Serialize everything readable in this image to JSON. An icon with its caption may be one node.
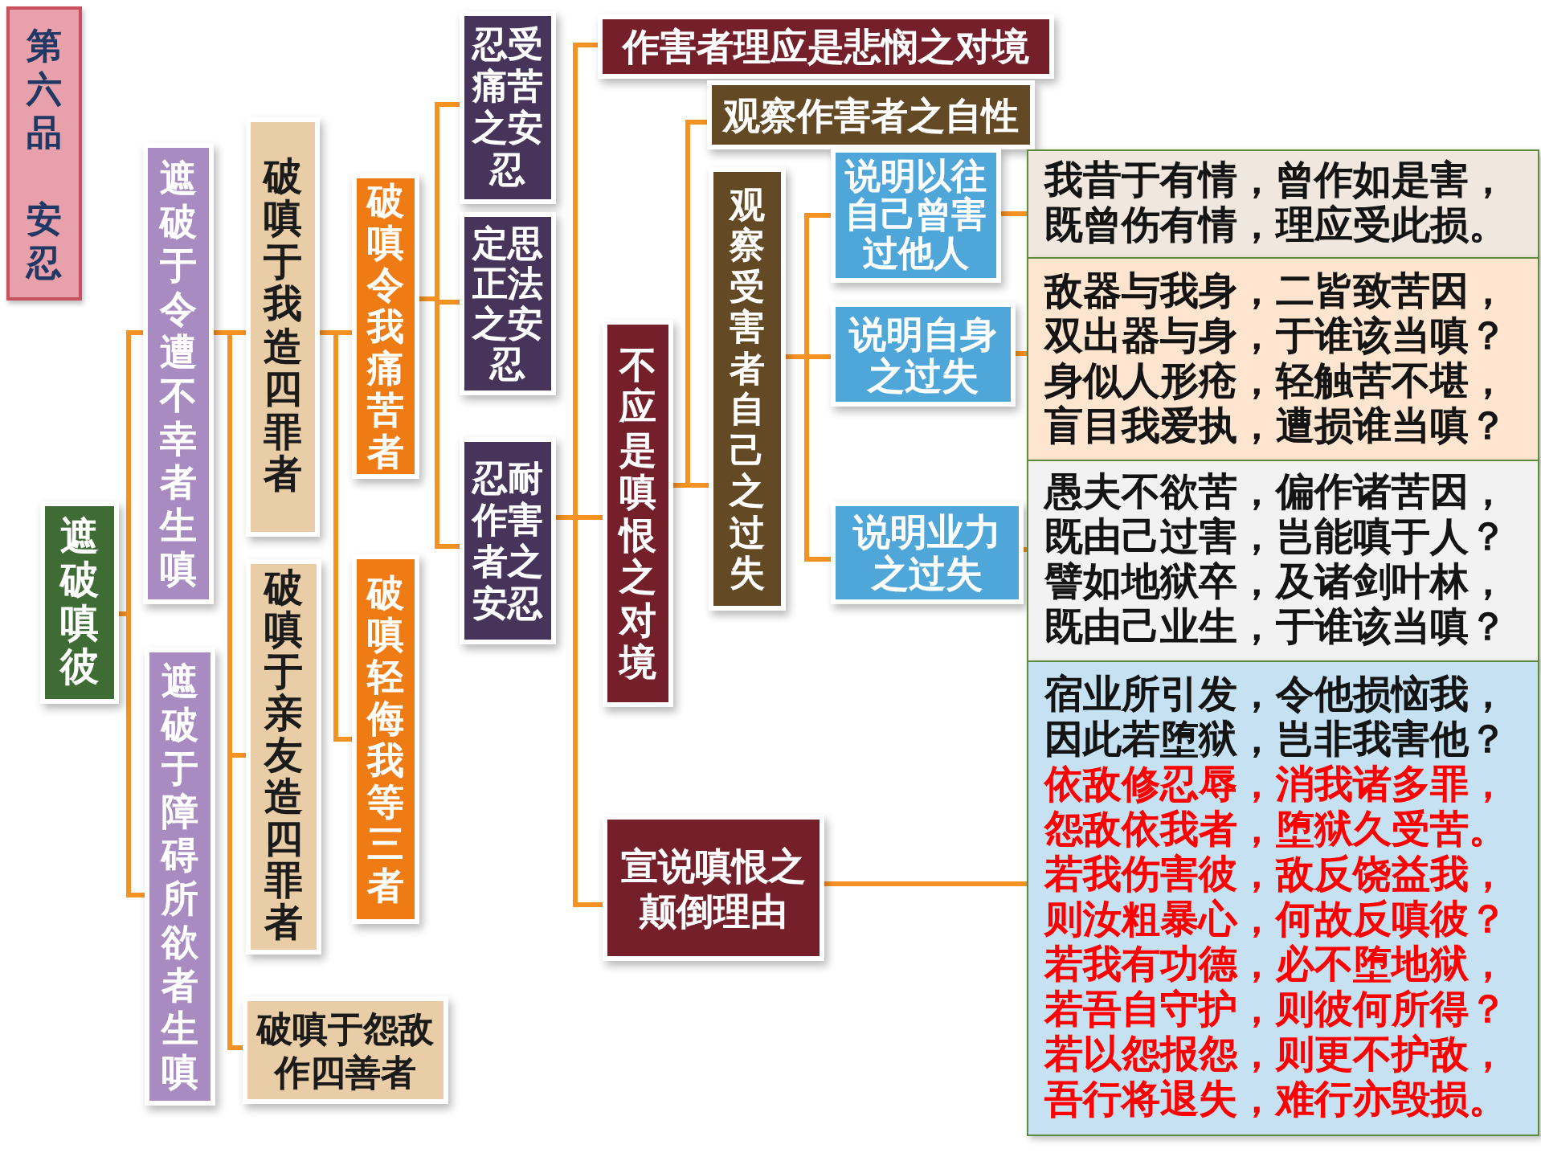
{
  "diagram": {
    "nodes": [
      {
        "text": [
          "第六品",
          "安忍"
        ]
      },
      {
        "text": [
          "遮破嗔彼"
        ]
      },
      {
        "text": [
          "遮破于令遭不幸者生嗔"
        ]
      },
      {
        "text": [
          "遮破于障碍所欲者生嗔"
        ]
      },
      {
        "text": [
          "破嗔于我造四罪者"
        ]
      },
      {
        "text": [
          "破嗔于亲友造四罪者"
        ]
      },
      {
        "text": [
          "破嗔于怨敌作四善者"
        ]
      },
      {
        "text": [
          "破嗔令我痛苦者"
        ]
      },
      {
        "text": [
          "破嗔轻侮我等三者"
        ]
      },
      {
        "text": [
          "忍受痛苦之安忍"
        ]
      },
      {
        "text": [
          "定思正法之安忍"
        ]
      },
      {
        "text": [
          "忍耐作害者之安忍"
        ]
      },
      {
        "text": [
          "作害者理应是悲悯之对境"
        ]
      },
      {
        "text": [
          "不应是嗔恨之对境"
        ]
      },
      {
        "text": [
          "宣说嗔恨之颠倒理由"
        ]
      },
      {
        "text": [
          "观察作害者之自性"
        ]
      },
      {
        "text": [
          "观察受害者自己之过失"
        ]
      },
      {
        "text": [
          "说明以往自己曾害过他人"
        ]
      },
      {
        "text": [
          "说明自身之过失"
        ]
      },
      {
        "text": [
          "说明业力之过失"
        ]
      },
      {
        "text": [
          "我昔于有情，曾作如是害，既曾伤有情，理应受此损。"
        ]
      },
      {
        "text": [
          "敌器与我身，二皆致苦因，双出器与身，于谁该当嗔？",
          "身似人形疮，轻触苦不堪，盲目我爱执，遭损谁当嗔？"
        ]
      },
      {
        "text": [
          "愚夫不欲苦，偏作诸苦因，既由己过害，岂能嗔于人？",
          "譬如地狱卒，及诸剑叶林，既由己业生，于谁该当嗔？"
        ]
      },
      {
        "text": [
          "宿业所引发，令他损恼我，因此若堕狱，岂非我害他？",
          "依敌修忍辱，消我诸多罪，怨敌依我者，堕狱久受苦。",
          "若我伤害彼，敌反饶益我，则汝粗暴心，何故反嗔彼？",
          "若我有功德，必不堕地狱，若吾自守护，则彼何所得？",
          "若以怨报怨，则更不护敌，吾行将退失，难行亦毁损。"
        ]
      }
    ],
    "edges": [
      {
        "from": 1,
        "to": 2,
        "arrow": "none"
      },
      {
        "from": 1,
        "to": 3,
        "arrow": "none"
      },
      {
        "from": 2,
        "to": 4,
        "arrow": "none"
      },
      {
        "from": 2,
        "to": 5,
        "arrow": "none"
      },
      {
        "from": 2,
        "to": 6,
        "arrow": "none"
      },
      {
        "from": 4,
        "to": 7,
        "arrow": "none"
      },
      {
        "from": 4,
        "to": 8,
        "arrow": "none"
      },
      {
        "from": 7,
        "to": 9,
        "arrow": "none"
      },
      {
        "from": 7,
        "to": 10,
        "arrow": "none"
      },
      {
        "from": 7,
        "to": 11,
        "arrow": "none"
      },
      {
        "from": 11,
        "to": 12,
        "arrow": "none"
      },
      {
        "from": 11,
        "to": 13,
        "arrow": "none"
      },
      {
        "from": 11,
        "to": 14,
        "arrow": "none"
      },
      {
        "from": 13,
        "to": 15,
        "arrow": "none"
      },
      {
        "from": 13,
        "to": 16,
        "arrow": "none"
      },
      {
        "from": 16,
        "to": 17,
        "arrow": "none"
      },
      {
        "from": 16,
        "to": 18,
        "arrow": "none"
      },
      {
        "from": 16,
        "to": 19,
        "arrow": "none"
      },
      {
        "from": 17,
        "to": 20,
        "arrow": "none"
      },
      {
        "from": 18,
        "to": 21,
        "arrow": "none"
      },
      {
        "from": 19,
        "to": 22,
        "arrow": "none"
      },
      {
        "from": 14,
        "to": 23,
        "arrow": "none"
      }
    ]
  }
}
